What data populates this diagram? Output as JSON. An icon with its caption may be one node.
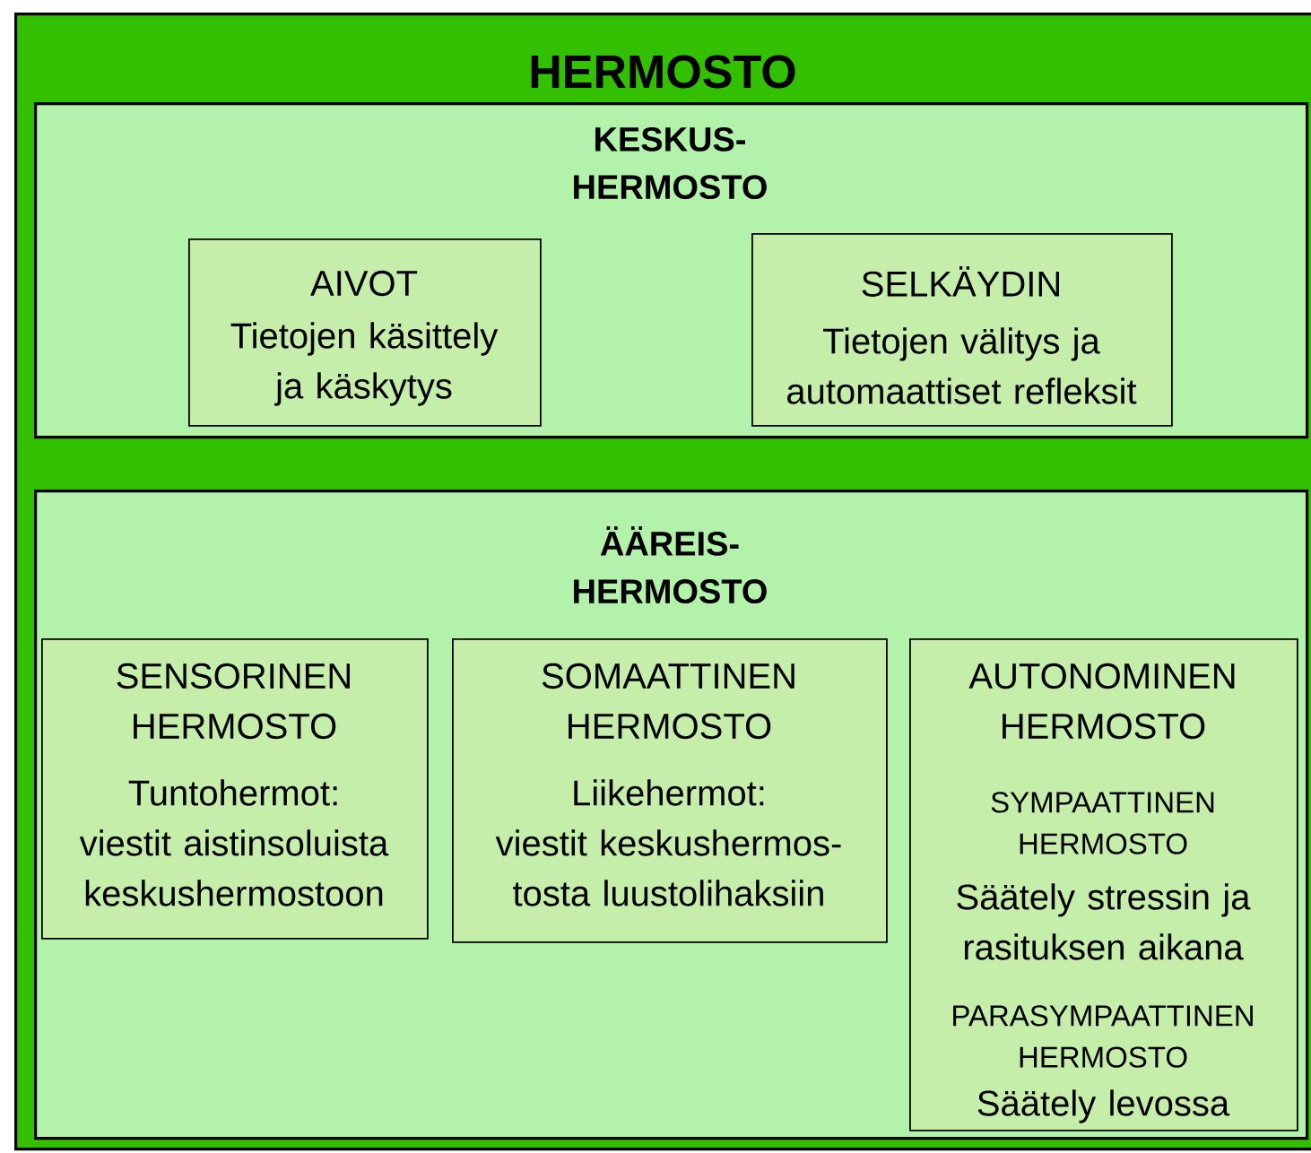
{
  "diagram": {
    "nodes": [
      {
        "text": [
          "HERMOSTO"
        ]
      },
      {
        "text": [
          "KESKUS- HERMOSTO"
        ],
        "in": 0
      },
      {
        "text": [
          "AIVOT",
          "Tietojen käsittely ja käskytys"
        ],
        "in": 1
      },
      {
        "text": [
          "SELKÄYDIN",
          "Tietojen välitys ja automaattiset refleksit"
        ],
        "in": 1
      },
      {
        "text": [
          "ÄÄREIS- HERMOSTO"
        ],
        "in": 0
      },
      {
        "text": [
          "SENSORINEN HERMOSTO",
          "Tuntohermot:",
          "viestit aistinsoluista keskushermostoon"
        ],
        "in": 4
      },
      {
        "text": [
          "SOMAATTINEN HERMOSTO",
          "Liikehermot:",
          "viestit keskushermos- tosta luustolihaksiin"
        ],
        "in": 4
      },
      {
        "text": [
          "AUTONOMINEN HERMOSTO",
          "SYMPAATTINEN HERMOSTO",
          "Säätely stressin ja rasituksen aikana",
          "PARASYMPAATTINEN HERMOSTO",
          "Säätely levossa"
        ],
        "in": 4
      }
    ]
  }
}
